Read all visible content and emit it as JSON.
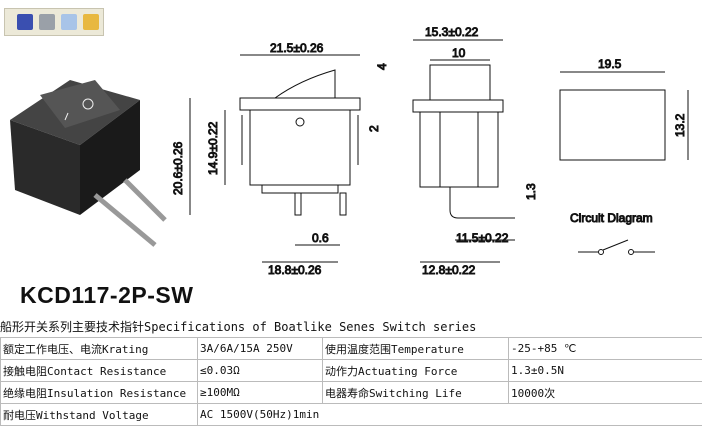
{
  "toolbar": {
    "icons": [
      "save-icon",
      "print-icon",
      "email-icon",
      "folder-icon"
    ]
  },
  "model": "KCD117-2P-SW",
  "dimensions": {
    "width_top": "21.5±0.26",
    "height_outer": "20.6±0.26",
    "height_body": "14.9±0.22",
    "width_bottom": "18.8±0.26",
    "pin_gap": "0.6",
    "rocker_h": "4",
    "step": "2",
    "side_top": "15.3±0.22",
    "side_inner": "10",
    "side_pin": "11.5±0.22",
    "side_bottom": "12.8±0.22",
    "side_pin_h": "1.3",
    "cut_w": "19.5",
    "cut_h": "13.2"
  },
  "circuit_label": "Circuit Diagram",
  "specs": {
    "title": "船形开关系列主要技术指针Specifications of Boatlike Senes Switch series",
    "rows": [
      [
        "额定工作电压、电流Krating",
        "3A/6A/15A 250V",
        "使用温度范围Temperature",
        "-25-+85 ℃"
      ],
      [
        "接触电阻Contact Resistance",
        "≤0.03Ω",
        "动作力Actuating Force",
        "1.3±0.5N"
      ],
      [
        "绝缘电阻Insulation Resistance",
        "≥100MΩ",
        "电器寿命Switching Life",
        "10000次"
      ],
      [
        "耐电压Withstand Voltage",
        "AC 1500V(50Hz)1min",
        "",
        ""
      ]
    ]
  }
}
